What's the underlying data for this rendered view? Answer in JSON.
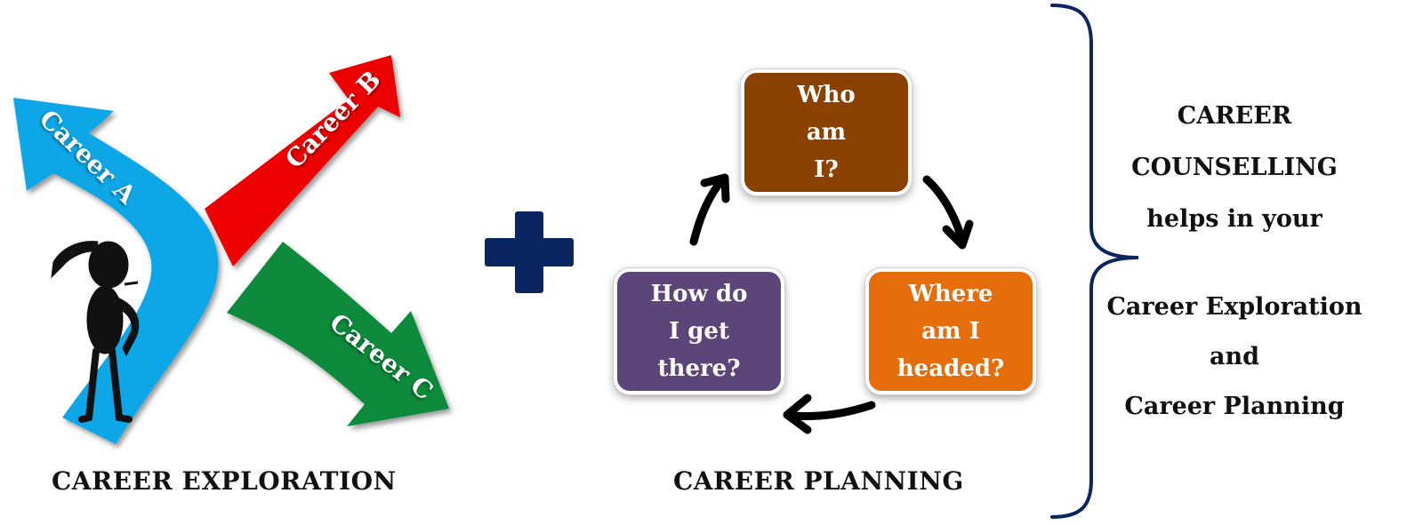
{
  "exploration": {
    "arrows": {
      "a": {
        "label": "Career A",
        "color": "#0aa6e6"
      },
      "b": {
        "label": "Career B",
        "color": "#ee0000"
      },
      "c": {
        "label": "Career C",
        "color": "#0b8a3a"
      }
    },
    "caption": "CAREER EXPLORATION"
  },
  "plus": {
    "color": "#0b2560"
  },
  "planning": {
    "boxes": {
      "who": {
        "text": "Who\nam\nI?",
        "color": "#8b4100"
      },
      "where": {
        "text": "Where\nam I\nheaded?",
        "color": "#e56e0a"
      },
      "how": {
        "text": "How do\nI get\nthere?",
        "color": "#5c4679"
      }
    },
    "caption": "CAREER PLANNING"
  },
  "summary": {
    "top": "CAREER\nCOUNSELLING\nhelps in your",
    "bottom": "Career Exploration\nand\nCareer Planning",
    "bracket_color": "#0b2560"
  }
}
